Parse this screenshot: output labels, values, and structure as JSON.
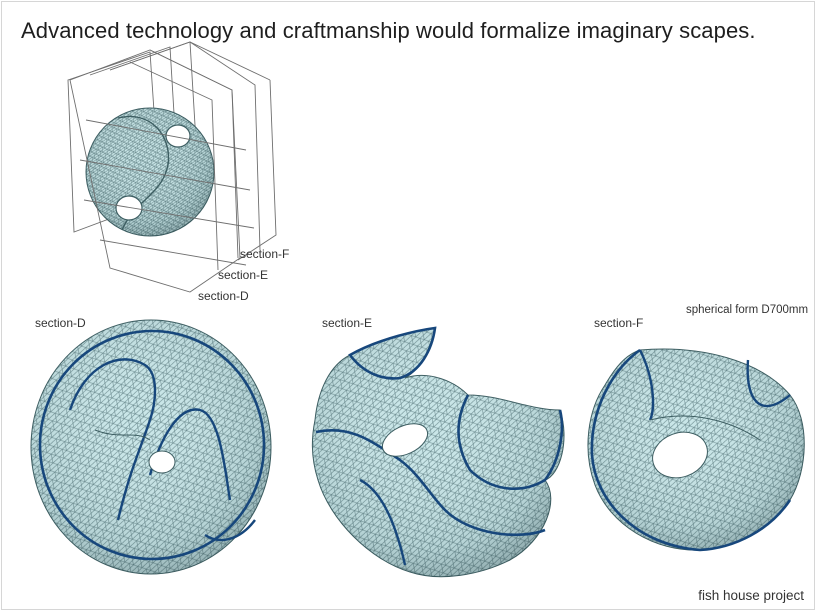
{
  "headline": "Advanced technology and craftmanship would formalize imaginary scapes.",
  "overview": {
    "section_labels": [
      "section-F",
      "section-E",
      "section-D"
    ]
  },
  "sections": [
    {
      "label": "section-D"
    },
    {
      "label": "section-E"
    },
    {
      "label": "section-F"
    }
  ],
  "dimension_note": "spherical form D700mm",
  "footer": "fish house project",
  "colors": {
    "mesh_fill": "#c9e6e8",
    "mesh_line": "#4e6f73",
    "cut_edge": "#17477c",
    "grid_line": "#6f6f6f"
  }
}
